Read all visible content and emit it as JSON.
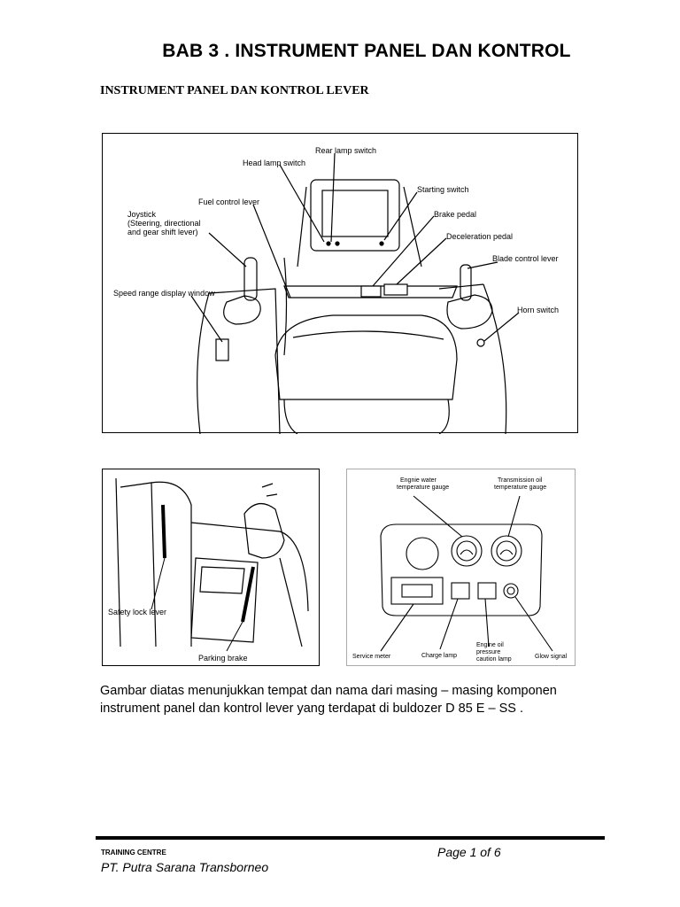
{
  "header": {
    "title": "BAB 3 . INSTRUMENT PANEL DAN KONTROL",
    "subtitle": "INSTRUMENT PANEL DAN KONTROL LEVER"
  },
  "figure_cab": {
    "labels": {
      "rear_lamp_switch": "Rear lamp switch",
      "head_lamp_switch": "Head lamp switch",
      "fuel_control_lever": "Fuel control lever",
      "starting_switch": "Starting switch",
      "joystick_1": "Joystick",
      "joystick_2": "(Steering, directional",
      "joystick_3": "and gear shift lever)",
      "brake_pedal": "Brake pedal",
      "deceleration_pedal": "Deceleration pedal",
      "blade_control_lever": "Blade control lever",
      "speed_range_display_window": "Speed range display window",
      "horn_switch": "Horn switch"
    }
  },
  "figure_brake": {
    "labels": {
      "safety_lock_lever": "Safety lock lever",
      "parking_brake": "Parking brake"
    }
  },
  "figure_panel": {
    "labels": {
      "water_temp_1": "Engnie water",
      "water_temp_2": "temperature gauge",
      "trans_oil_1": "Transmission oil",
      "trans_oil_2": "temperature gauge",
      "service_meter": "Service meter",
      "charge_lamp": "Charge lamp",
      "engine_oil_1": "Engine oil",
      "engine_oil_2": "pressure",
      "engine_oil_3": "caution lamp",
      "glow_signal": "Glow signal"
    }
  },
  "caption": "Gambar diatas menunjukkan tempat dan nama dari masing – masing komponen instrument panel  dan kontrol lever yang terdapat di buldozer D 85 E – SS .",
  "footer": {
    "left_label": "TRAINING CENTRE",
    "company": "PT. Putra Sarana Transborneo",
    "page": "Page 1 of 6"
  }
}
